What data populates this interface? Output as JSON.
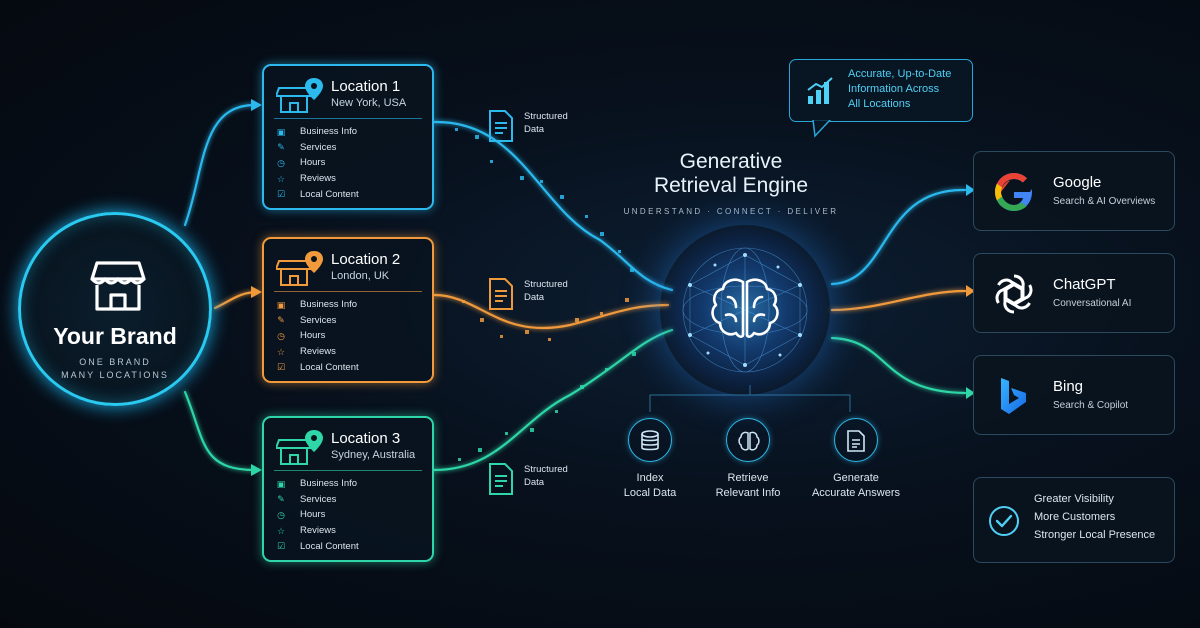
{
  "brand": {
    "title": "Your Brand",
    "subtitle_line1": "ONE BRAND",
    "subtitle_line2": "MANY LOCATIONS"
  },
  "locations": [
    {
      "name": "Location 1",
      "city": "New York, USA",
      "color": "#2bb9ee",
      "items": [
        "Business Info",
        "Services",
        "Hours",
        "Reviews",
        "Local Content"
      ]
    },
    {
      "name": "Location 2",
      "city": "London, UK",
      "color": "#f09a3c",
      "items": [
        "Business Info",
        "Services",
        "Hours",
        "Reviews",
        "Local Content"
      ]
    },
    {
      "name": "Location 3",
      "city": "Sydney, Australia",
      "color": "#2fd6a7",
      "items": [
        "Business Info",
        "Services",
        "Hours",
        "Reviews",
        "Local Content"
      ]
    }
  ],
  "item_icons": [
    "info-icon",
    "wrench-icon",
    "clock-icon",
    "star-icon",
    "check-doc-icon"
  ],
  "structured_data": {
    "line1": "Structured",
    "line2": "Data"
  },
  "engine": {
    "title_line1": "Generative",
    "title_line2": "Retrieval Engine",
    "tagline": "UNDERSTAND · CONNECT · DELIVER"
  },
  "steps": [
    {
      "line1": "Index",
      "line2": "Local Data",
      "icon": "database-icon"
    },
    {
      "line1": "Retrieve",
      "line2": "Relevant Info",
      "icon": "brain-icon"
    },
    {
      "line1": "Generate",
      "line2": "Accurate Answers",
      "icon": "document-icon"
    }
  ],
  "callout": {
    "line1": "Accurate, Up-to-Date",
    "line2": "Information Across",
    "line3": "All Locations"
  },
  "platforms": [
    {
      "name": "Google",
      "desc": "Search & AI Overviews",
      "icon": "google-logo-icon"
    },
    {
      "name": "ChatGPT",
      "desc": "Conversational AI",
      "icon": "chatgpt-logo-icon"
    },
    {
      "name": "Bing",
      "desc": "Search & Copilot",
      "icon": "bing-logo-icon"
    }
  ],
  "benefits": [
    "Greater Visibility",
    "More Customers",
    "Stronger Local Presence"
  ],
  "colors": {
    "blue": "#2bb9ee",
    "orange": "#f09a3c",
    "green": "#2fd6a7",
    "callout_text": "#4fd0f5"
  }
}
